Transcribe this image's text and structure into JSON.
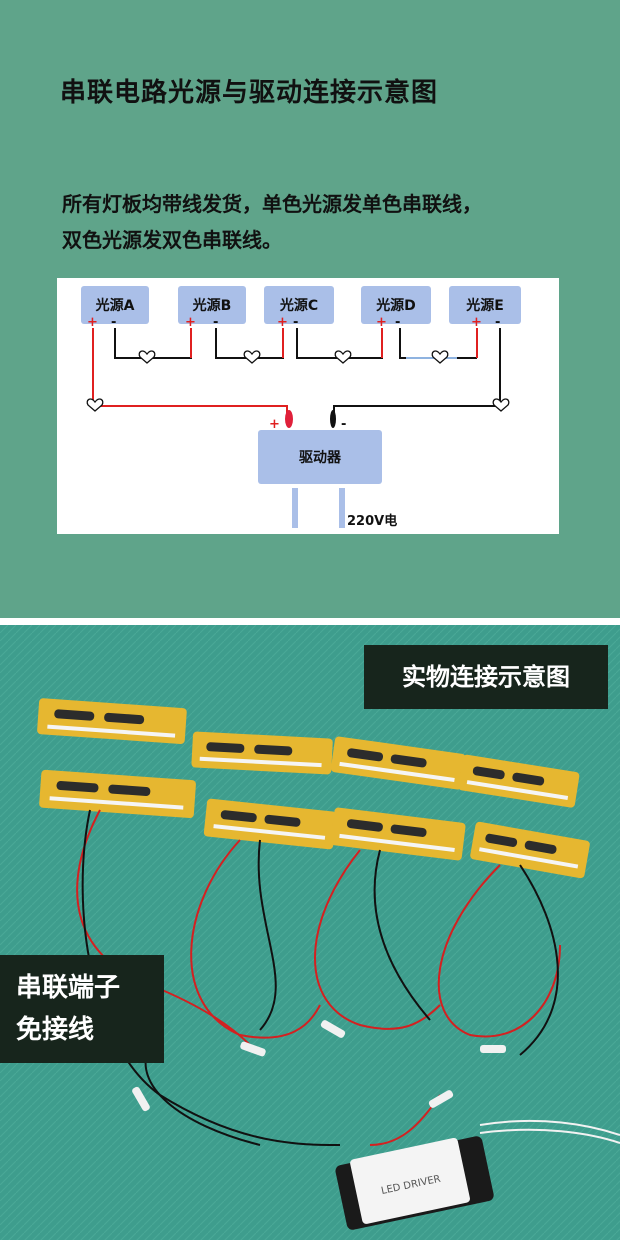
{
  "header": {
    "title": "串联电路光源与驱动连接示意图",
    "description_line1": "所有灯板均带线发货，单色光源发单色串联线，",
    "description_line2": "双色光源发双色串联线。"
  },
  "diagram": {
    "light_sources": [
      {
        "label": "光源A"
      },
      {
        "label": "光源B"
      },
      {
        "label": "光源C"
      },
      {
        "label": "光源D"
      },
      {
        "label": "光源E"
      }
    ],
    "plus_sign": "+",
    "minus_sign": "-",
    "driver_label": "驱动器",
    "power_label": "220V电",
    "colors": {
      "box_fill": "#aabfe8",
      "positive_wire": "#e02020",
      "negative_wire": "#111111"
    }
  },
  "photo": {
    "title": "实物连接示意图",
    "note_line1": "串联端子",
    "note_line2": "免接线",
    "driver_text": "LED DRIVER",
    "colors": {
      "mat": "#3e9d8d",
      "board": "#e6b730"
    }
  }
}
